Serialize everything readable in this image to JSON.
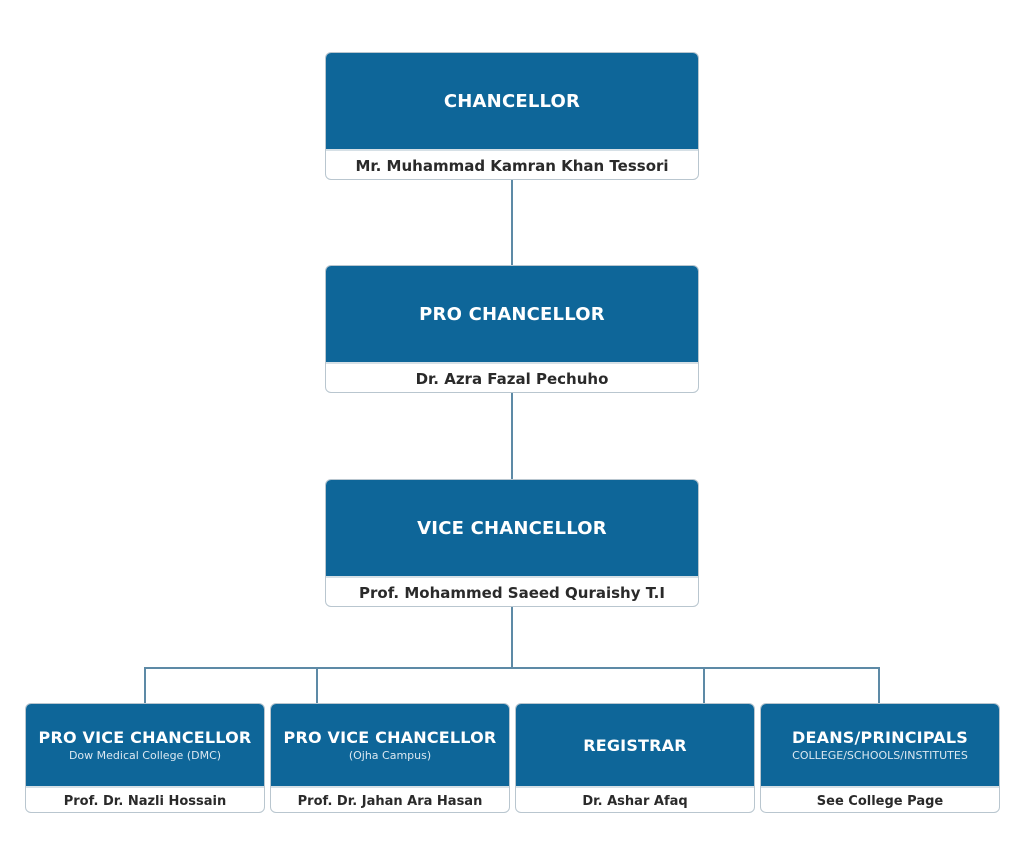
{
  "accent_color": "#0e6699",
  "top_chain": [
    {
      "title": "CHANCELLOR",
      "name": "Mr. Muhammad Kamran Khan Tessori"
    },
    {
      "title": "PRO CHANCELLOR",
      "name": "Dr. Azra Fazal Pechuho"
    },
    {
      "title": "VICE CHANCELLOR",
      "name": "Prof. Mohammed Saeed Quraishy T.I"
    }
  ],
  "bottom_row": [
    {
      "title": "PRO VICE CHANCELLOR",
      "subtitle": "Dow Medical College (DMC)",
      "name": "Prof. Dr. Nazli Hossain"
    },
    {
      "title": "PRO VICE CHANCELLOR",
      "subtitle": "(Ojha Campus)",
      "name": "Prof. Dr. Jahan Ara Hasan"
    },
    {
      "title": "REGISTRAR",
      "name": "Dr. Ashar Afaq"
    },
    {
      "title": "DEANS/PRINCIPALS",
      "subtitle": "COLLEGE/SCHOOLS/INSTITUTES",
      "name": "See College Page"
    }
  ]
}
